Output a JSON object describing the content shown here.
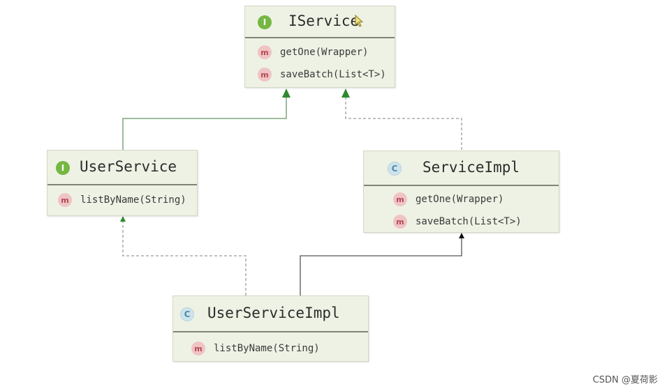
{
  "diagram": {
    "iservice": {
      "kind": "I",
      "name": "IService",
      "methods": [
        {
          "badge": "m",
          "text": "getOne(Wrapper)"
        },
        {
          "badge": "m",
          "text": "saveBatch(List<T>)"
        }
      ]
    },
    "user_service": {
      "kind": "I",
      "name": "UserService",
      "methods": [
        {
          "badge": "m",
          "text": "listByName(String)"
        }
      ]
    },
    "service_impl": {
      "kind": "C",
      "name": "ServiceImpl",
      "methods": [
        {
          "badge": "m",
          "text": "getOne(Wrapper)"
        },
        {
          "badge": "m",
          "text": "saveBatch(List<T>)"
        }
      ]
    },
    "user_service_impl": {
      "kind": "C",
      "name": "UserServiceImpl",
      "methods": [
        {
          "badge": "m",
          "text": "listByName(String)"
        }
      ]
    }
  },
  "relations": [
    {
      "from": "UserService",
      "to": "IService",
      "type": "extends"
    },
    {
      "from": "ServiceImpl",
      "to": "IService",
      "type": "implements"
    },
    {
      "from": "UserServiceImpl",
      "to": "UserService",
      "type": "implements"
    },
    {
      "from": "UserServiceImpl",
      "to": "ServiceImpl",
      "type": "extends"
    }
  ],
  "colors": {
    "box_fill": "#eef2e4",
    "interface_edge": "#3f8c3f",
    "class_edge": "#1a1a1a",
    "implements_edge": "#8a8a8a",
    "interface_badge": "#76b743",
    "class_badge": "#cfe3ec",
    "method_badge": "#f0c3c5"
  },
  "watermark": "CSDN @夏荷影"
}
